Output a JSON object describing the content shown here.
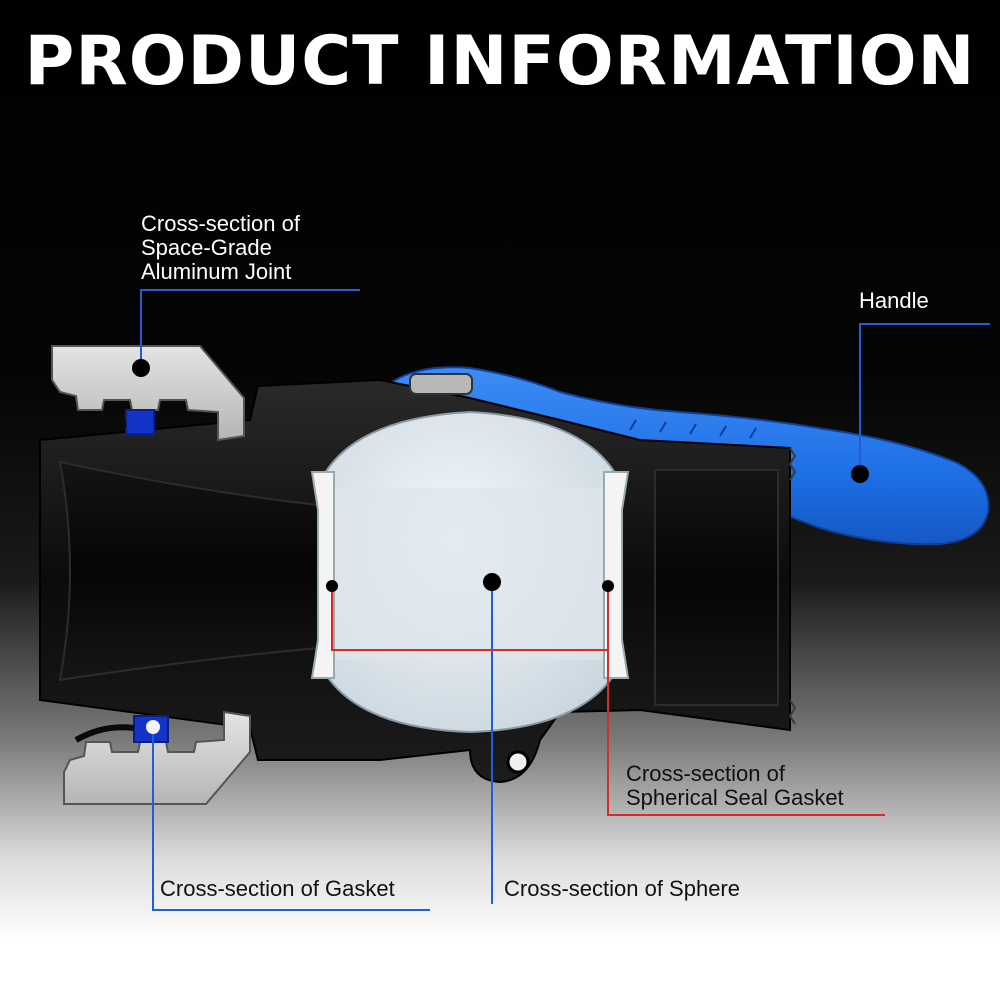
{
  "title": "PRODUCT INFORMATION",
  "labels": {
    "joint": [
      "Cross-section of",
      "Space-Grade",
      "Aluminum Joint"
    ],
    "handle": "Handle",
    "seal_gasket": [
      "Cross-section of",
      "Spherical Seal Gasket"
    ],
    "gasket": "Cross-section of Gasket",
    "sphere": "Cross-section of Sphere"
  },
  "colors": {
    "background_top": "#000000",
    "background_bottom": "#ffffff",
    "valve_body": "#0d0d0d",
    "handle": "#1e73e8",
    "joint_metal": "#cfcfcf",
    "sphere": "#e6edf2",
    "leader_blue": "#1f5fd6",
    "leader_red": "#d92b2b",
    "gasket_blue": "#1433c8"
  }
}
